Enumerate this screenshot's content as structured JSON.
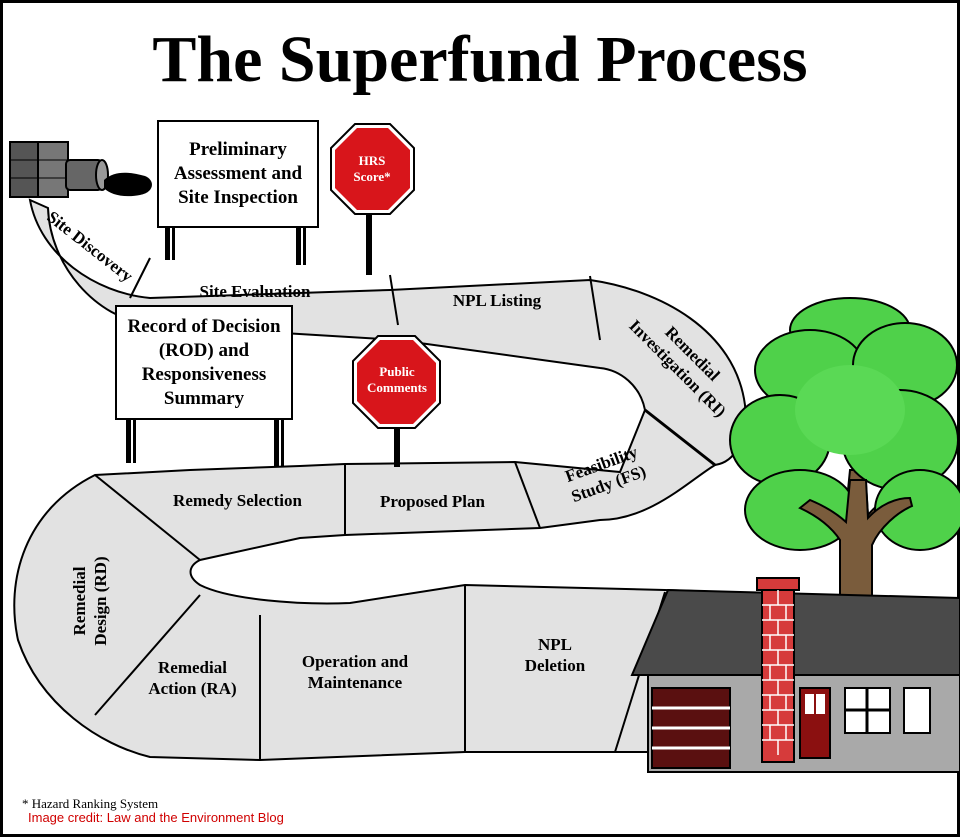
{
  "title": "The Superfund Process",
  "signs": {
    "preliminary": [
      "Preliminary",
      "Assessment and",
      "Site Inspection"
    ],
    "record": [
      "Record of Decision",
      "(ROD) and",
      "Responsiveness",
      "Summary"
    ]
  },
  "stop_signs": {
    "hrs": [
      "HRS",
      "Score*"
    ],
    "public": [
      "Public",
      "Comments"
    ]
  },
  "road_segments": {
    "site_discovery": "Site Discovery",
    "site_evaluation": "Site Evaluation",
    "npl_listing": "NPL Listing",
    "remedial_investigation": [
      "Remedial",
      "Investigation (RI)"
    ],
    "feasibility_study": [
      "Feasibility",
      "Study (FS)"
    ],
    "proposed_plan": "Proposed Plan",
    "remedy_selection": "Remedy Selection",
    "remedial_design": [
      "Remedial",
      "Design (RD)"
    ],
    "remedial_action": [
      "Remedial",
      "Action (RA)"
    ],
    "operation_maintenance": [
      "Operation and",
      "Maintenance"
    ],
    "npl_deletion": [
      "NPL",
      "Deletion"
    ]
  },
  "footnote": "* Hazard Ranking System",
  "credit": "Image credit: Law and the Environment Blog",
  "colors": {
    "road": "#e2e2e2",
    "stop_sign": "#d8151b",
    "tree": "#4fd14a",
    "trunk": "#7a5c3c",
    "roof": "#4a4a4a",
    "wall": "#a9a9a9",
    "chimney": "#d63b3b",
    "credit": "#d00000"
  }
}
